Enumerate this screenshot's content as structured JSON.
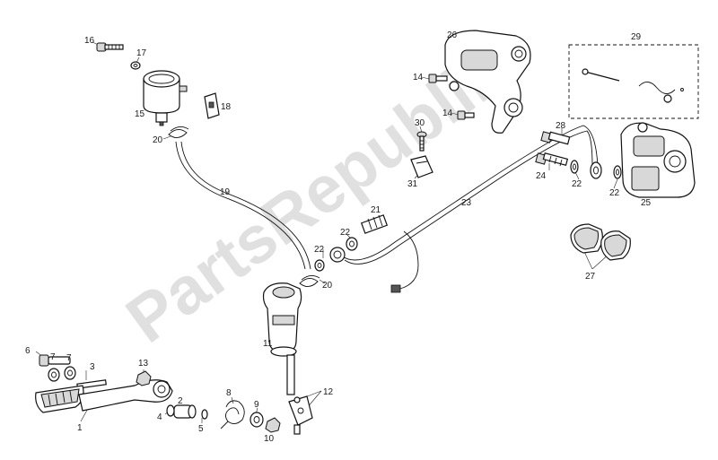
{
  "watermark": "PartsRepublik",
  "callouts": [
    "1",
    "2",
    "3",
    "4",
    "5",
    "6",
    "7",
    "7",
    "8",
    "9",
    "10",
    "11",
    "12",
    "13",
    "14",
    "14",
    "15",
    "16",
    "17",
    "18",
    "19",
    "20",
    "20",
    "21",
    "22",
    "22",
    "22",
    "22",
    "23",
    "24",
    "25",
    "26",
    "27",
    "28",
    "29",
    "30",
    "31"
  ]
}
